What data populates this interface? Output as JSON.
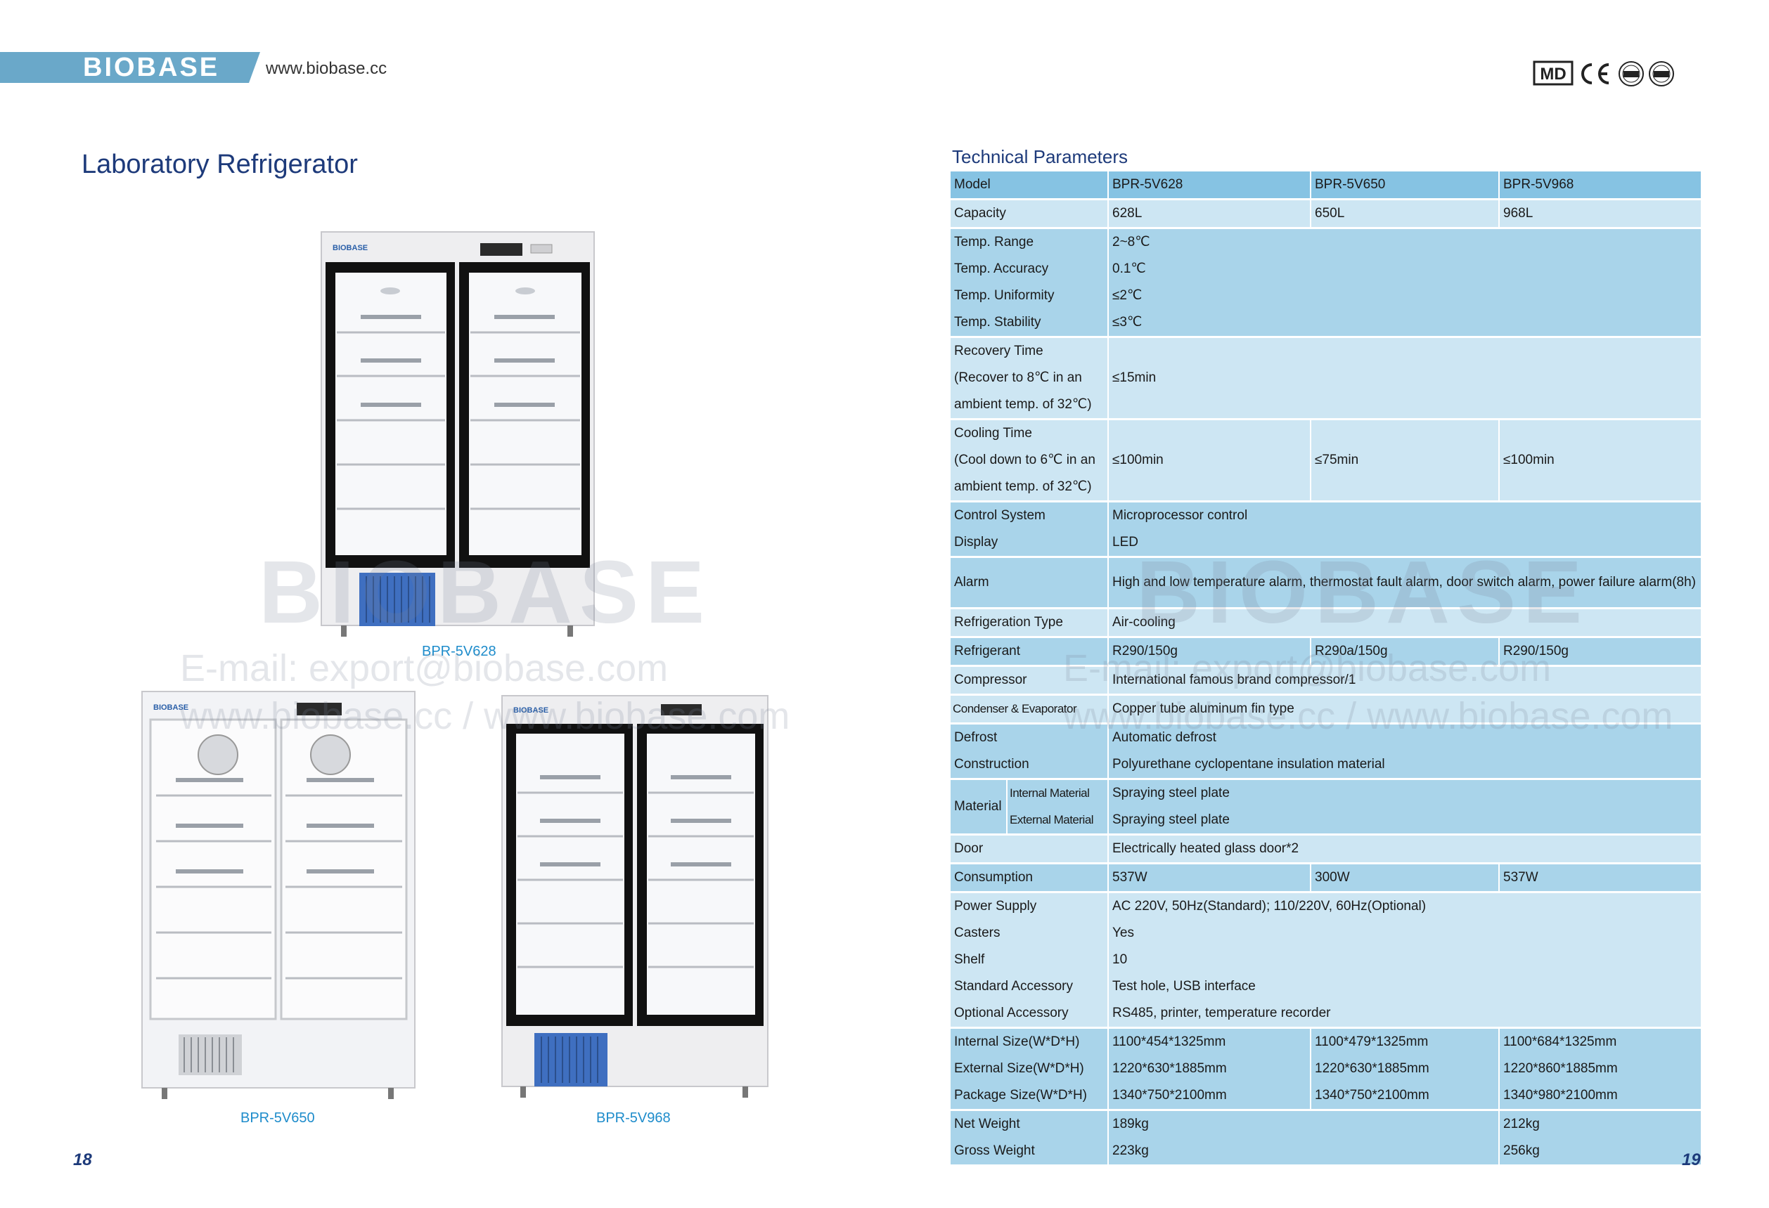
{
  "header": {
    "brand": "BIOBASE",
    "website": "www.biobase.cc",
    "cert_icons": [
      "md-mark-icon",
      "ce-mark-icon",
      "iso9001-seal-icon",
      "iso13485-seal-icon"
    ]
  },
  "left_page": {
    "title": "Laboratory Refrigerator",
    "page_number": "18",
    "products": [
      {
        "model": "BPR-5V628"
      },
      {
        "model": "BPR-5V650"
      },
      {
        "model": "BPR-5V968"
      }
    ],
    "fridge_badge": "BIOBASE"
  },
  "watermark": {
    "logo": "BIOBASE",
    "email": "E-mail: export@biobase.com",
    "web": "www.biobase.cc / www.biobase.com"
  },
  "right_page": {
    "section_title": "Technical Parameters",
    "page_number": "19",
    "table": {
      "model": [
        "Model",
        "BPR-5V628",
        "BPR-5V650",
        "BPR-5V968"
      ],
      "capacity": [
        "Capacity",
        "628L",
        "650L",
        "968L"
      ],
      "temp_range": [
        "Temp. Range",
        "2~8℃"
      ],
      "temp_accuracy": [
        "Temp. Accuracy",
        "0.1℃"
      ],
      "temp_uniformity": [
        "Temp. Uniformity",
        "≤2℃"
      ],
      "temp_stability": [
        "Temp. Stability",
        "≤3℃"
      ],
      "recovery": {
        "l1": "Recovery Time",
        "l2": "(Recover to 8℃ in an",
        "l3": "ambient temp. of 32℃)",
        "value": "≤15min"
      },
      "cooling": {
        "l1": "Cooling Time",
        "l2": "(Cool down to 6℃ in an",
        "l3": "ambient temp. of 32℃)",
        "v1": "≤100min",
        "v2": "≤75min",
        "v3": "≤100min"
      },
      "control_system": [
        "Control System",
        "Microprocessor control"
      ],
      "display": [
        "Display",
        "LED"
      ],
      "alarm": [
        "Alarm",
        "High and low temperature alarm, thermostat fault alarm, door switch alarm, power failure alarm(8h)"
      ],
      "refrigeration_type": [
        "Refrigeration Type",
        "Air-cooling"
      ],
      "refrigerant": [
        "Refrigerant",
        "R290/150g",
        "R290a/150g",
        "R290/150g"
      ],
      "compressor": [
        "Compressor",
        "International famous brand compressor/1"
      ],
      "condenser": [
        "Condenser & Evaporator",
        "Copper tube aluminum fin type"
      ],
      "defrost": [
        "Defrost",
        "Automatic defrost"
      ],
      "construction": [
        "Construction",
        "Polyurethane cyclopentane insulation material"
      ],
      "material": {
        "label": "Material",
        "internal_label": "Internal Material",
        "internal": "Spraying steel plate",
        "external_label": "External Material",
        "external": "Spraying steel plate"
      },
      "door": [
        "Door",
        "Electrically heated glass door*2"
      ],
      "consumption": [
        "Consumption",
        "537W",
        "300W",
        "537W"
      ],
      "power_supply": [
        "Power Supply",
        "AC 220V, 50Hz(Standard); 110/220V, 60Hz(Optional)"
      ],
      "casters": [
        "Casters",
        "Yes"
      ],
      "shelf": [
        "Shelf",
        "10"
      ],
      "standard_accessory": [
        "Standard Accessory",
        "Test hole, USB interface"
      ],
      "optional_accessory": [
        "Optional Accessory",
        "RS485, printer, temperature recorder"
      ],
      "internal_size": [
        "Internal Size(W*D*H)",
        "1100*454*1325mm",
        "1100*479*1325mm",
        "1100*684*1325mm"
      ],
      "external_size": [
        "External Size(W*D*H)",
        "1220*630*1885mm",
        "1220*630*1885mm",
        "1220*860*1885mm"
      ],
      "package_size": [
        "Package Size(W*D*H)",
        "1340*750*2100mm",
        "1340*750*2100mm",
        "1340*980*2100mm"
      ],
      "net_weight": [
        "Net Weight",
        "189kg",
        "212kg"
      ],
      "gross_weight": [
        "Gross Weight",
        "223kg",
        "256kg"
      ]
    }
  },
  "colors": {
    "brand_blue": "#6aa8c9",
    "title_navy": "#1d3a7a",
    "caption_blue": "#1e8ccb",
    "table_header": "#86c3e3",
    "table_dark": "#a9d4ea",
    "table_light": "#cde6f3"
  }
}
